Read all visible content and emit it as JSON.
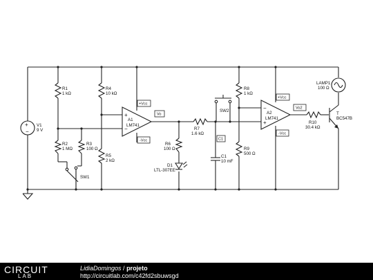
{
  "components": {
    "v1": {
      "name": "V1",
      "value": "9 V"
    },
    "r1": {
      "name": "R1",
      "value": "1 kΩ"
    },
    "r2": {
      "name": "R2",
      "value": "1 MΩ"
    },
    "r3": {
      "name": "R3",
      "value": "100 Ω"
    },
    "r4": {
      "name": "R4",
      "value": "10 kΩ"
    },
    "r5": {
      "name": "R5",
      "value": "2 kΩ"
    },
    "sw1": {
      "name": "SW1"
    },
    "a1": {
      "name": "A1",
      "value": "LM741"
    },
    "r6": {
      "name": "R6",
      "value": "100 Ω"
    },
    "d1": {
      "name": "D1",
      "value": "LTL-307EE"
    },
    "r7": {
      "name": "R7",
      "value": "1.6 kΩ"
    },
    "c1": {
      "name": "C1",
      "value": "10 mF"
    },
    "sw2": {
      "name": "SW2"
    },
    "r8": {
      "name": "R8",
      "value": "1 kΩ"
    },
    "r9": {
      "name": "R9",
      "value": "500 Ω"
    },
    "a2": {
      "name": "A2",
      "value": "LM741"
    },
    "r10": {
      "name": "R10",
      "value": "30.4 kΩ"
    },
    "lamp1": {
      "name": "LAMP1",
      "value": "100 Ω"
    },
    "t": {
      "name": "T",
      "value": "BC547B"
    }
  },
  "net_tags": {
    "vcc_plus": "+Vcc",
    "vcc_minus": "-Vcc",
    "vo": "Vo",
    "vo2": "Vo2",
    "c1_tag": "C1"
  },
  "footer": {
    "logo_top": "CIRCUIT",
    "logo_bottom": "LAB",
    "author": "LidiaDomingos",
    "separator": " / ",
    "project": "projeto",
    "url": "http://circuitlab.com/c42fd2sbuwsgd"
  }
}
